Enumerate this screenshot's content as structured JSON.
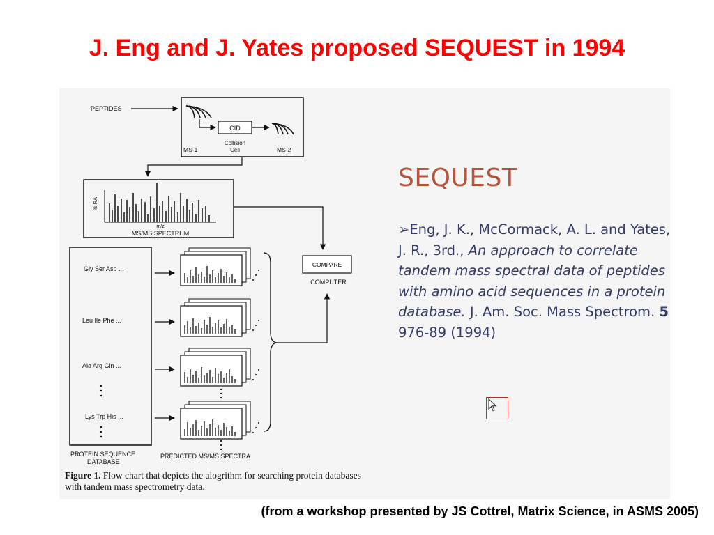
{
  "slide": {
    "title": "J. Eng and J. Yates proposed SEQUEST in 1994",
    "footer": "(from a workshop presented by JS Cottrel, Matrix Science, in ASMS 2005)"
  },
  "figure": {
    "peptides_label": "PEPTIDES",
    "cid_label": "CID",
    "collision_cell_line1": "Collision",
    "collision_cell_line2": "Cell",
    "ms1_label": "MS-1",
    "ms2_label": "MS-2",
    "ra_axis_label": "% RA",
    "mz_axis_label": "m/z",
    "spectrum_label": "MS/MS SPECTRUM",
    "compare_label": "COMPARE",
    "computer_label": "COMPUTER",
    "sequences": [
      "Gly Ser Asp ...",
      "Leu Ile Phe ...",
      "Ala Arg Gln ...",
      "Lys Trp His ..."
    ],
    "database_label_line1": "PROTEIN SEQUENCE",
    "database_label_line2": "DATABASE",
    "predicted_label": "PREDICTED MS/MS SPECTRA",
    "caption_number": "Figure 1.",
    "caption_text": "Flow chart that depicts the alogrithm for searching protein databases with tandem mass spectrometry data."
  },
  "reference": {
    "title": "SEQUEST",
    "bullet": "➢",
    "authors": "Eng, J. K., McCormack, A. L. and Yates, J. R., 3rd.,",
    "article_title": "An approach to correlate tandem mass spectral data of peptides with amino acid sequences in a protein database.",
    "journal": "J. Am. Soc. Mass Spectrom.",
    "volume": "5",
    "pages": "976-89",
    "year": "(1994)"
  },
  "colors": {
    "title": "#ff0000",
    "reference_title": "#b5533c",
    "reference_text": "#333c66",
    "cursor_box": "#c62828"
  },
  "icons": [
    "mouse-cursor-icon"
  ]
}
